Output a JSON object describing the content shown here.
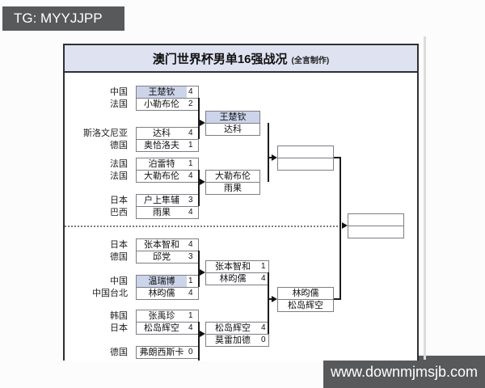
{
  "banners": {
    "telegram": "TG: MYYJJPP",
    "site": "www.downmjmsjb.com"
  },
  "title": {
    "main": "澳门世界杯男单16强战况",
    "credit": "(全言制作)"
  },
  "colors": {
    "highlight_fill": "#ccd4ea",
    "title_bar_fill": "#dfe2f1",
    "banner_fill": "#58595b",
    "box_border": "#7d7d86",
    "connector": "#1c1c1c"
  },
  "round_of_16": [
    {
      "country_a": "中国",
      "player_a": "王楚钦",
      "score_a": "4",
      "country_b": "法国",
      "player_b": "小勒布伦",
      "score_b": "2"
    },
    {
      "country_a": "斯洛文尼亚",
      "player_a": "达科",
      "score_a": "4",
      "country_b": "德国",
      "player_b": "奥恰洛夫",
      "score_b": "1"
    },
    {
      "country_a": "法国",
      "player_a": "泊雷特",
      "score_a": "1",
      "country_b": "法国",
      "player_b": "大勒布伦",
      "score_b": "4"
    },
    {
      "country_a": "日本",
      "player_a": "户上隼辅",
      "score_a": "3",
      "country_b": "巴西",
      "player_b": "雨果",
      "score_b": "4"
    },
    {
      "country_a": "日本",
      "player_a": "张本智和",
      "score_a": "4",
      "country_b": "德国",
      "player_b": "邱党",
      "score_b": "3"
    },
    {
      "country_a": "中国",
      "player_a": "温瑞博",
      "score_a": "1",
      "country_b": "中国台北",
      "player_b": "林昀儒",
      "score_b": "4"
    },
    {
      "country_a": "韩国",
      "player_a": "张禹珍",
      "score_a": "1",
      "country_b": "日本",
      "player_b": "松岛辉空",
      "score_b": "4"
    },
    {
      "country_a": "德国",
      "player_a": "弗朗西斯卡",
      "score_a": "0"
    }
  ],
  "quarterfinals": [
    {
      "player_a": "王楚钦",
      "player_b": "达科"
    },
    {
      "player_a": "大勒布伦",
      "player_b": "雨果"
    },
    {
      "player_a": "张本智和",
      "score_a": "1",
      "player_b": "林昀儒",
      "score_b": "4"
    },
    {
      "player_a": "松岛辉空",
      "score_a": "4",
      "player_b": "莫雷加德",
      "score_b": "0"
    }
  ],
  "semifinals": [
    {
      "player_a": "",
      "player_b": ""
    },
    {
      "player_a": "林昀儒",
      "player_b": "松岛辉空"
    }
  ],
  "final": {
    "player_a": "",
    "player_b": ""
  }
}
